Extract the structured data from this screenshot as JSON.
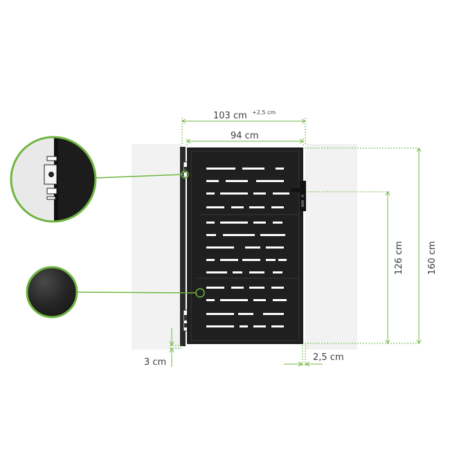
{
  "dimensions": {
    "outer_width": "103 cm",
    "outer_width_tolerance": "+2,5 cm",
    "inner_width": "94 cm",
    "total_height": "160 cm",
    "handle_height": "126 cm",
    "ground_gap": "3 cm",
    "hinge_gap": "2,5 cm"
  },
  "colors": {
    "dimension_line": "#6fb53f",
    "gate_panel": "#1f1f1f",
    "wall": "#f2f2f2",
    "text": "#3c3c3c"
  },
  "callouts": [
    {
      "name": "hinge-detail-callout",
      "icon": "hinge-detail-icon"
    },
    {
      "name": "color-swatch-callout",
      "icon": "anthracite-finish-icon"
    }
  ]
}
